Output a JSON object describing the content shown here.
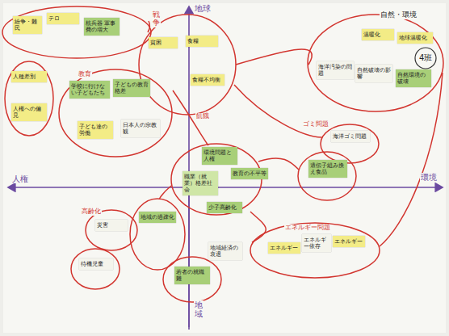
{
  "diagram": {
    "nodes": [
      {
        "text": [
          "紛争・難民"
        ]
      },
      {
        "text": [
          "テロ"
        ]
      },
      {
        "text": [
          "核兵器 軍事費の増大"
        ]
      },
      {
        "text": [
          "貧困"
        ]
      },
      {
        "text": [
          "食糧"
        ]
      },
      {
        "text": [
          "温暖化"
        ]
      },
      {
        "text": [
          "地球温暖化"
        ]
      },
      {
        "text": [
          "人種差別"
        ]
      },
      {
        "text": [
          "人権への偏見"
        ]
      },
      {
        "text": [
          "学校に行けない子どもたち"
        ]
      },
      {
        "text": [
          "子どもの教育格差"
        ]
      },
      {
        "text": [
          "食糧不均衡"
        ]
      },
      {
        "text": [
          "海洋汚染の問題"
        ]
      },
      {
        "text": [
          "自然破壊の影響"
        ]
      },
      {
        "text": [
          "自然環境の破壊"
        ]
      },
      {
        "text": [
          "子ども達の労働"
        ]
      },
      {
        "text": [
          "日本人の宗教観"
        ]
      },
      {
        "text": [
          "海洋ゴミ問題"
        ]
      },
      {
        "text": [
          "環境問題と人権"
        ]
      },
      {
        "text": [
          "遺伝子組み換え食品"
        ]
      },
      {
        "text": [
          "職業（就業）格差社会"
        ]
      },
      {
        "text": [
          "教育の不平等"
        ]
      },
      {
        "text": [
          "災害"
        ]
      },
      {
        "text": [
          "地域の過疎化"
        ]
      },
      {
        "text": [
          "少子高齢化"
        ]
      },
      {
        "text": [
          "エネルギー"
        ]
      },
      {
        "text": [
          "エネルギー依存"
        ]
      },
      {
        "text": [
          "エネルギー"
        ]
      },
      {
        "text": [
          "待機児童"
        ]
      },
      {
        "text": [
          "若者の就職難"
        ]
      },
      {
        "text": [
          "地域経済の衰退"
        ]
      }
    ],
    "labels": [
      "地球",
      "人権",
      "環境",
      "地域",
      "戦争",
      "教育",
      "飢餓",
      "自然・環境",
      "4班",
      "ゴミ問題",
      "エネルギー問題",
      "高齢化"
    ]
  }
}
